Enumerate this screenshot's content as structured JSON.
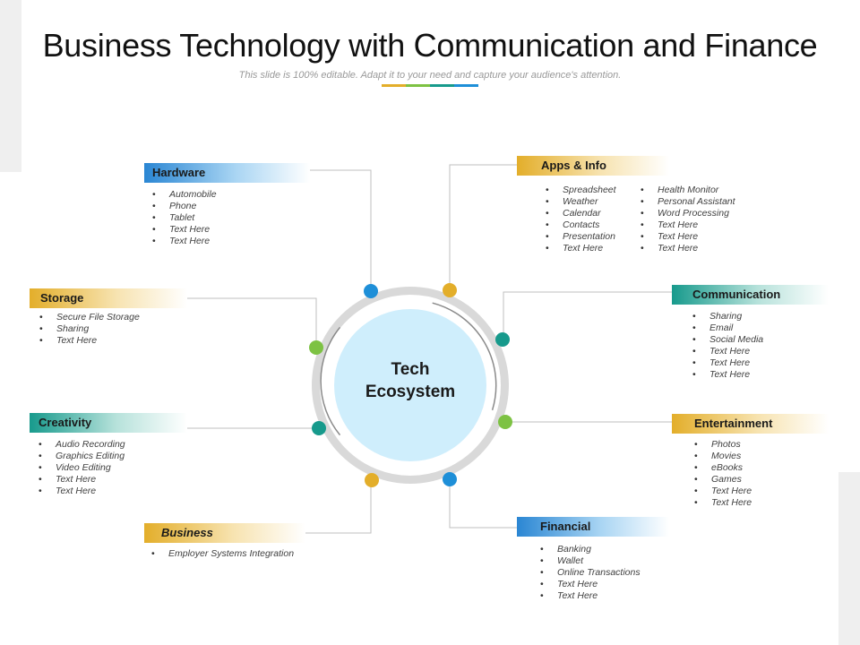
{
  "slide": {
    "title": "Business Technology with Communication and Finance",
    "subtitle": "This slide is 100% editable. Adapt it to your need and capture your audience's attention."
  },
  "colors": {
    "blue": "#1e8fd8",
    "gold": "#e3ae2a",
    "teal": "#179a8c",
    "green": "#7dc243",
    "hub_ring": "#d9d9d9",
    "hub_fill": "#cfeefc",
    "connector": "#bfbfbf"
  },
  "hub": {
    "line1": "Tech",
    "line2": "Ecosystem"
  },
  "nodes": {
    "hardware": {
      "title": "Hardware",
      "color": "blue",
      "items": [
        "Automobile",
        "Phone",
        "Tablet",
        "Text Here",
        "Text Here"
      ]
    },
    "apps_info": {
      "title": "Apps & Info",
      "color": "gold",
      "items_col1": [
        "Spreadsheet",
        "Weather",
        "Calendar",
        "Contacts",
        "Presentation",
        "Text Here"
      ],
      "items_col2": [
        "Health Monitor",
        "Personal Assistant",
        "Word Processing",
        "Text Here",
        "Text Here",
        "Text Here"
      ]
    },
    "storage": {
      "title": "Storage",
      "color": "gold",
      "items": [
        "Secure File Storage",
        "Sharing",
        "Text Here"
      ]
    },
    "communication": {
      "title": "Communication",
      "color": "teal",
      "items": [
        "Sharing",
        "Email",
        "Social Media",
        "Text Here",
        "Text Here",
        "Text Here"
      ]
    },
    "creativity": {
      "title": "Creativity",
      "color": "teal",
      "items": [
        "Audio Recording",
        "Graphics Editing",
        "Video Editing",
        "Text Here",
        "Text Here"
      ]
    },
    "entertainment": {
      "title": "Entertainment",
      "color": "gold",
      "items": [
        "Photos",
        "Movies",
        "eBooks",
        "Games",
        "Text Here",
        "Text Here"
      ]
    },
    "business": {
      "title": "Business",
      "color": "gold",
      "items": [
        "Employer Systems Integration"
      ]
    },
    "financial": {
      "title": "Financial",
      "color": "blue",
      "items": [
        "Banking",
        "Wallet",
        "Online Transactions",
        "Text Here",
        "Text Here"
      ]
    }
  }
}
